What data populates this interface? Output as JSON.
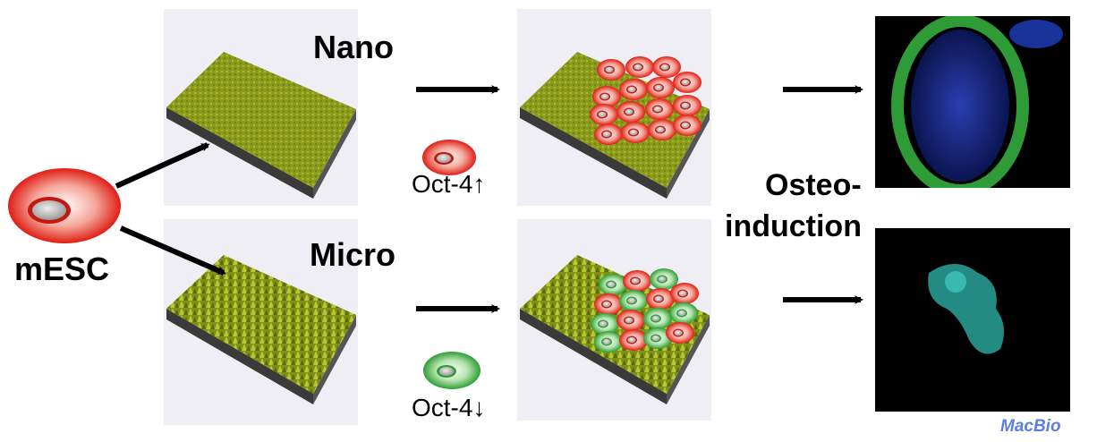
{
  "labels": {
    "mesc": "mESC",
    "nano": "Nano",
    "micro": "Micro",
    "oct_up": "Oct-4↑",
    "oct_down": "Oct-4↓",
    "osteo_line1": "Osteo-",
    "osteo_line2": "induction"
  },
  "watermark": "MacBio",
  "colors": {
    "surface": "#8a9a1c",
    "red_cell": "#e8261c",
    "green_cell": "#3cae3c",
    "fluo_green": "#3ecf4a",
    "fluo_blue": "#1e3cc8",
    "fluo_cyan": "#2fb8b0"
  }
}
